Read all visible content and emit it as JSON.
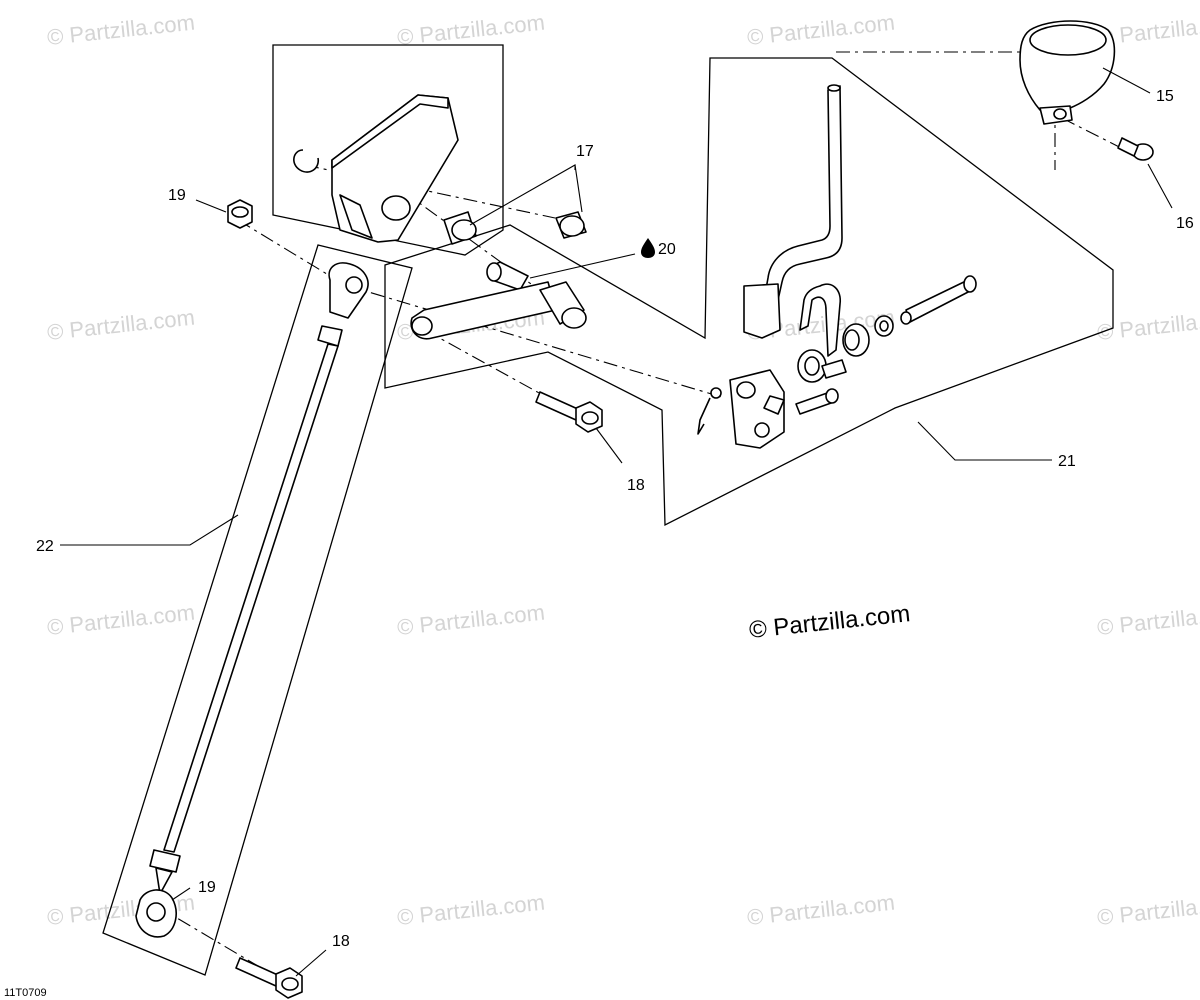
{
  "diagram": {
    "watermark_text": "© Partzilla.com",
    "copyright": "© Partzilla.com",
    "drawing_code": "11T0709",
    "callouts": {
      "c15": "15",
      "c16": "16",
      "c17": "17",
      "c18a": "18",
      "c18b": "18",
      "c19a": "19",
      "c19b": "19",
      "c20": "20",
      "c21": "21",
      "c22": "22"
    },
    "icons": {
      "lubricant": "oil-drop-icon"
    }
  }
}
